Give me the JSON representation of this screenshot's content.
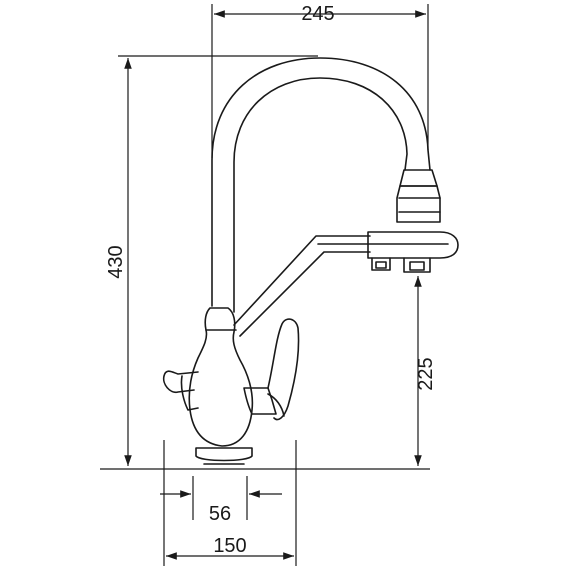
{
  "dimensions": {
    "top_width": "245",
    "total_height": "430",
    "outlet_height": "225",
    "base_width": "56",
    "overall_base_width": "150"
  },
  "colors": {
    "line": "#1a1a1a",
    "background": "#ffffff"
  }
}
